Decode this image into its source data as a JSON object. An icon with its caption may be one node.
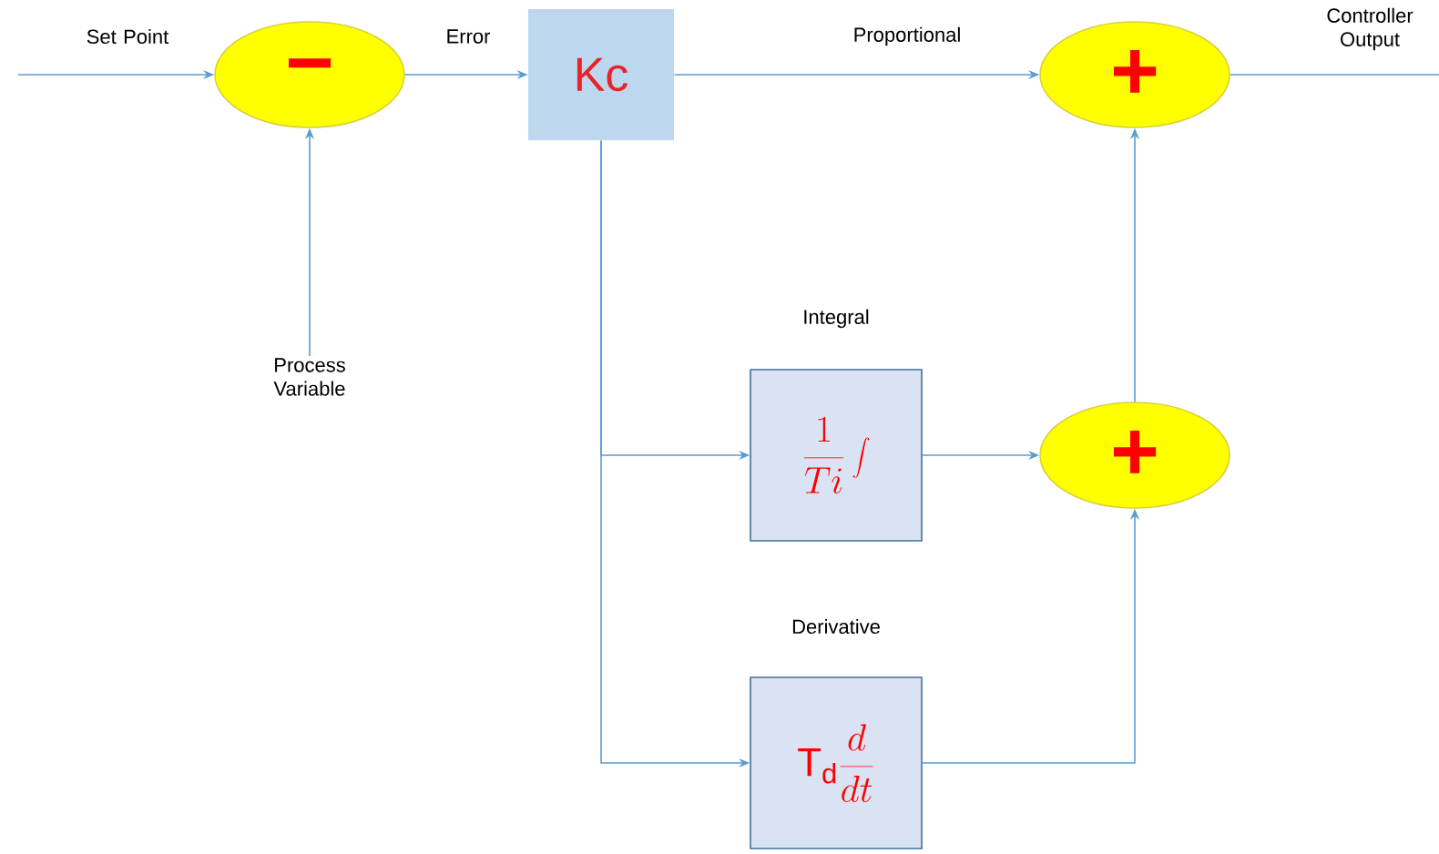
{
  "diagram": {
    "nodes": [
      {
        "text": [
          "−"
        ]
      },
      {
        "text": [
          "Kc"
        ]
      },
      {
        "text": [
          "+"
        ]
      },
      {
        "text": [
          "Process Variable"
        ]
      },
      {
        "text": [
          "Integral",
          "\\frac{1}{Ti}\\int"
        ]
      },
      {
        "text": [
          "+"
        ]
      },
      {
        "text": [
          "Derivative",
          "\\mathrm{T}_{\\mathrm{d}}\\frac{d}{dt}"
        ]
      }
    ],
    "edges": [
      {
        "from": null,
        "to": 0,
        "arrow": "to",
        "label": "Set Point"
      },
      {
        "from": 3,
        "to": 0,
        "arrow": "to"
      },
      {
        "from": 0,
        "to": 1,
        "arrow": "to",
        "label": "Error"
      },
      {
        "from": 1,
        "to": 2,
        "arrow": "to",
        "label": "Proportional"
      },
      {
        "from": 1,
        "to": 4,
        "arrow": "to"
      },
      {
        "from": 1,
        "to": 6,
        "arrow": "to"
      },
      {
        "from": 4,
        "to": 5,
        "arrow": "to"
      },
      {
        "from": 6,
        "to": 5,
        "arrow": "to"
      },
      {
        "from": 5,
        "to": 2,
        "arrow": "to"
      },
      {
        "from": 2,
        "to": null,
        "arrow": "none",
        "label": "Controller Output"
      }
    ]
  }
}
